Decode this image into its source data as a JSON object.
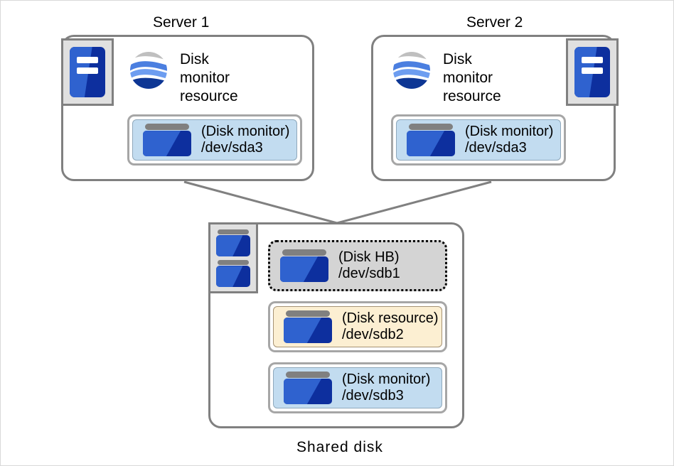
{
  "diagram": {
    "title_server1": "Server 1",
    "title_server2": "Server 2",
    "title_shared_disk": "Shared disk"
  },
  "servers": [
    {
      "name": "Server 1",
      "icon_position": "left",
      "machine_icon": "server-icon",
      "resource_icon": "globe-icon",
      "resource_label_line1": "Disk",
      "resource_label_line2": "monitor",
      "resource_label_line3": "resource",
      "disk_row": {
        "icon": "disk-icon",
        "line1": "(Disk monitor)",
        "line2": "/dev/sda3",
        "fill": "#c2dcf0"
      }
    },
    {
      "name": "Server 2",
      "icon_position": "right",
      "machine_icon": "server-icon",
      "resource_icon": "globe-icon",
      "resource_label_line1": "Disk",
      "resource_label_line2": "monitor",
      "resource_label_line3": "resource",
      "disk_row": {
        "icon": "disk-icon",
        "line1": "(Disk monitor)",
        "line2": "/dev/sda3",
        "fill": "#c2dcf0"
      }
    }
  ],
  "shared_disk": {
    "label": "Shared disk",
    "icon": "stacked-disk-icon",
    "partitions": [
      {
        "icon": "disk-icon",
        "line1": "(Disk HB)",
        "line2": "/dev/sdb1",
        "fill": "#d4d4d4",
        "border_style": "dotted"
      },
      {
        "icon": "disk-icon",
        "line1": "(Disk resource)",
        "line2": "/dev/sdb2",
        "fill": "#fcefd2",
        "border_style": "solid"
      },
      {
        "icon": "disk-icon",
        "line1": "(Disk monitor)",
        "line2": "/dev/sdb3",
        "fill": "#c2dcf0",
        "border_style": "solid"
      }
    ]
  },
  "colors": {
    "box_border": "#808080",
    "disk_blue_light": "#2f62cf",
    "disk_blue_dark": "#0d2f9e",
    "disk_cap_gray": "#808080",
    "fill_blue": "#c2dcf0",
    "fill_cream": "#fcefd2",
    "fill_gray": "#d4d4d4"
  }
}
